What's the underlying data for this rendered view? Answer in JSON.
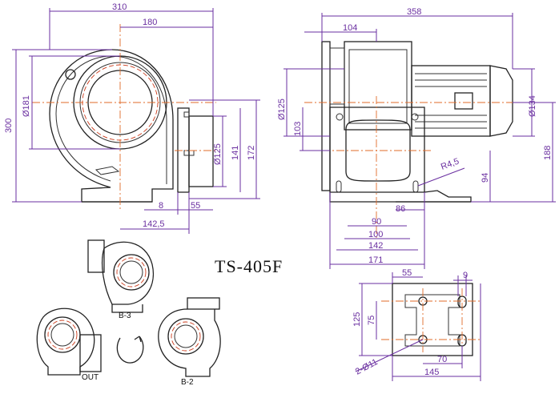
{
  "model": "TS-405F",
  "front_view": {
    "width_overall": "310",
    "width_to_outlet": "180",
    "height_overall": "300",
    "inlet_dia": "Ø181",
    "outlet_dia": "Ø125",
    "flange_141": "141",
    "flange_172": "172",
    "flange_thk": "8",
    "outlet_len": "55",
    "outlet_offset": "142,5"
  },
  "side_view": {
    "length_overall": "358",
    "fan_depth": "104",
    "outlet_dia": "Ø125",
    "center_height": "103",
    "motor_dia": "Ø134",
    "height_overall": "188",
    "radius": "R4,5",
    "base_height": "94",
    "d86": "86",
    "d90": "90",
    "d100": "100",
    "d142": "142",
    "d171": "171"
  },
  "base_view": {
    "d55": "55",
    "d9": "9",
    "d125": "125",
    "d75": "75",
    "holes": "2-Ø11",
    "d70": "70",
    "d145": "145"
  },
  "orientations": {
    "b3": "B-3",
    "out": "OUT",
    "b2": "B-2"
  }
}
